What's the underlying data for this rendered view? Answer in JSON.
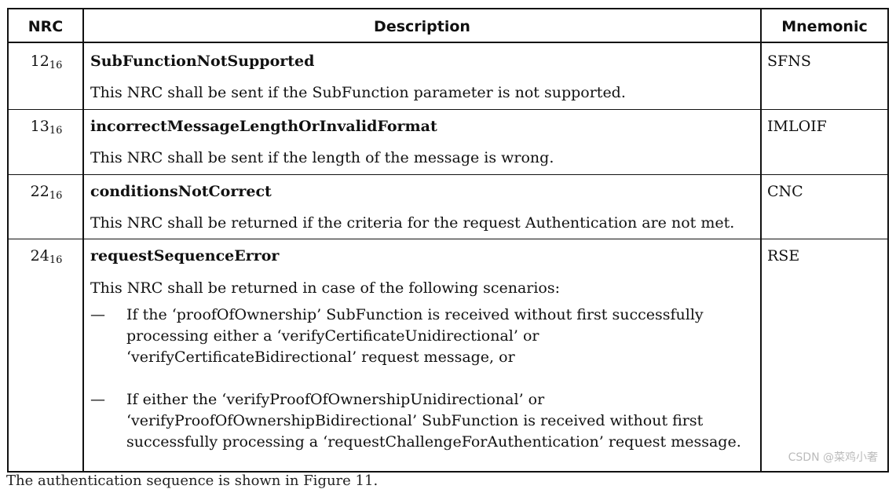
{
  "header": {
    "nrc": "NRC",
    "description": "Description",
    "mnemonic": "Mnemonic"
  },
  "rows": [
    {
      "nrc": "12",
      "base": "16",
      "name": "SubFunctionNotSupported",
      "text": "This NRC shall be sent if the SubFunction parameter is not supported.",
      "mnemonic": "SFNS"
    },
    {
      "nrc": "13",
      "base": "16",
      "name": "incorrectMessageLengthOrInvalidFormat",
      "text": "This NRC shall be sent if the length of the message is wrong.",
      "mnemonic": "IMLOIF"
    },
    {
      "nrc": "22",
      "base": "16",
      "name": "conditionsNotCorrect",
      "text": "This NRC shall be returned if the criteria for the request Authentication are not met.",
      "mnemonic": "CNC"
    },
    {
      "nrc": "24",
      "base": "16",
      "name": "requestSequenceError",
      "text": "This NRC shall be returned in case of the following scenarios:",
      "mnemonic": "RSE",
      "bullets": [
        {
          "dash": "—",
          "lines": [
            "If the ‘proofOfOwnership’ SubFunction is received without first successfully",
            "processing either a ‘verifyCertificateUnidirectional’ or",
            "‘verifyCertificateBidirectional’ request message, or"
          ]
        },
        {
          "dash": "—",
          "lines": [
            "If either the ‘verifyProofOfOwnershipUnidirectional’ or",
            "‘verifyProofOfOwnershipBidirectional’ SubFunction is received without first",
            "successfully processing a ‘requestChallengeForAuthentication’ request message."
          ]
        }
      ]
    }
  ],
  "watermark": "CSDN @菜鸡小奢",
  "footer": "The authentication sequence is shown in Figure 11."
}
